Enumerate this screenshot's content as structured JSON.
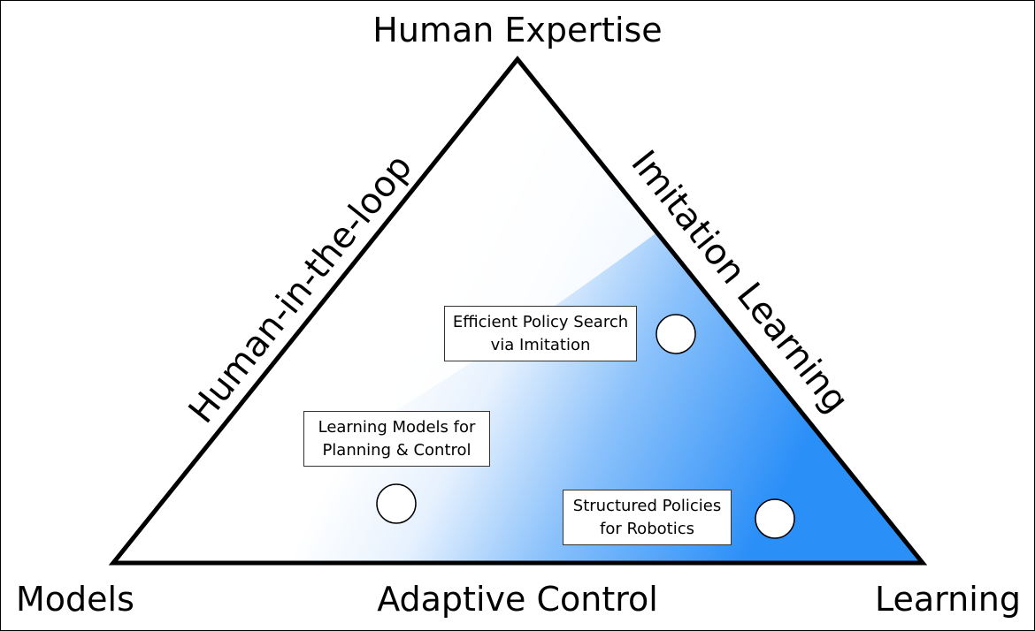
{
  "vertices": {
    "top": "Human Expertise",
    "left": "Models",
    "right": "Learning"
  },
  "edges": {
    "left": "Human-in-the-loop",
    "right": "Imitation Learning",
    "bottom": "Adaptive Control"
  },
  "projects": {
    "eps": {
      "line1": "Efficient Policy Search",
      "line2": "via Imitation"
    },
    "lmpc": {
      "line1": "Learning Models for",
      "line2": "Planning & Control"
    },
    "spr": {
      "line1": "Structured Policies",
      "line2": "for Robotics"
    }
  },
  "colors": {
    "gradient_start": "#ffffff",
    "gradient_end": "#1e88f7",
    "triangle_stroke": "#000000"
  }
}
